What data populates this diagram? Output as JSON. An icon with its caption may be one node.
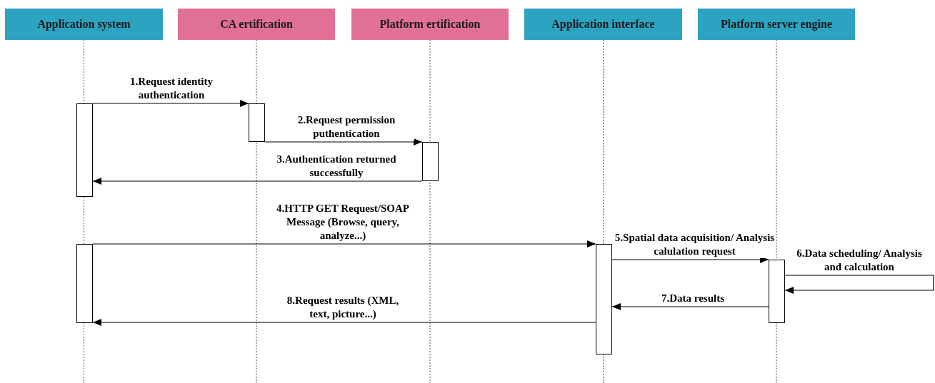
{
  "diagram": {
    "nodes": [
      {
        "text": [
          "Application system"
        ]
      },
      {
        "text": [
          "CA ertification"
        ]
      },
      {
        "text": [
          "Platform ertification"
        ]
      },
      {
        "text": [
          "Application interface"
        ]
      },
      {
        "text": [
          "Platform server engine"
        ]
      },
      {
        "text": [],
        "shape": "bar"
      },
      {
        "text": [],
        "shape": "bar"
      },
      {
        "text": [],
        "shape": "bar"
      },
      {
        "text": [],
        "shape": "bar"
      },
      {
        "text": [],
        "shape": "bar"
      },
      {
        "text": [],
        "shape": "bar"
      }
    ],
    "edges": [
      {
        "from": 5,
        "to": 6,
        "arrow": "to",
        "label": "1.Request identity authentication"
      },
      {
        "from": 6,
        "to": 7,
        "arrow": "to",
        "label": "2.Request permission puthentication"
      },
      {
        "from": 7,
        "to": 5,
        "arrow": "to",
        "label": "3.Authentication returned successfully"
      },
      {
        "from": 8,
        "to": 9,
        "arrow": "to",
        "label": "4.HTTP GET Request/SOAP Message (Browse, query, analyze...)"
      },
      {
        "from": 9,
        "to": 10,
        "arrow": "to",
        "label": "5.Spatial data acquisition/ Analysis calulation request"
      },
      {
        "from": 10,
        "to": 10,
        "arrow": "to",
        "label": "6.Data scheduling/ Analysis and calculation"
      },
      {
        "from": 10,
        "to": 9,
        "arrow": "to",
        "label": "7.Data results"
      },
      {
        "from": 9,
        "to": 8,
        "arrow": "to",
        "label": "8.Request results (XML, text, picture...)"
      }
    ]
  }
}
